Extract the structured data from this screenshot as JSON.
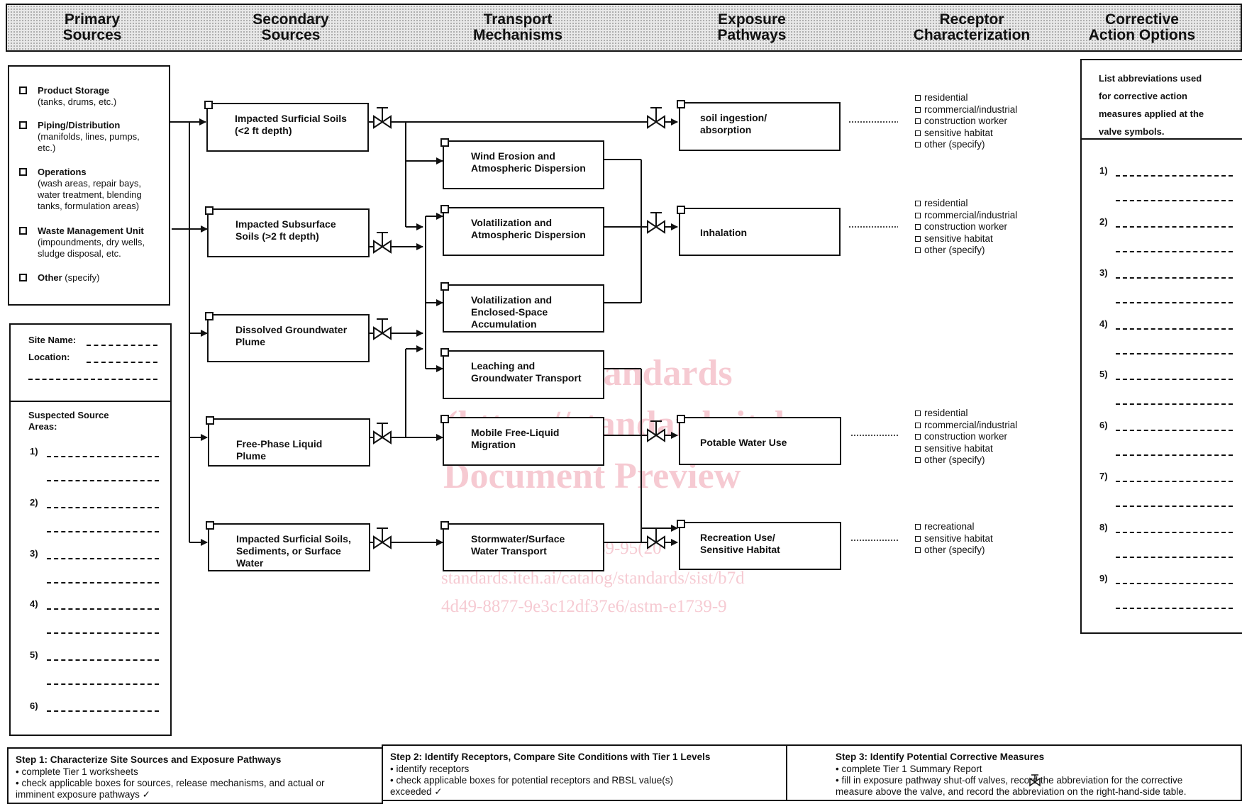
{
  "header": {
    "columns": [
      {
        "label": "Primary\nSources"
      },
      {
        "label": "Secondary\nSources"
      },
      {
        "label": "Transport\nMechanisms"
      },
      {
        "label": "Exposure\nPathways"
      },
      {
        "label": "Receptor\nCharacterization"
      },
      {
        "label": "Corrective\nAction Options"
      }
    ]
  },
  "primary_sources": [
    {
      "title": "Product Storage",
      "detail": "(tanks, drums, etc.)"
    },
    {
      "title": "Piping/Distribution",
      "detail": "(manifolds, lines, pumps,\netc.)"
    },
    {
      "title": "Operations",
      "detail": "(wash areas, repair bays,\nwater treatment, blending\ntanks, formulation areas)"
    },
    {
      "title": "Waste Management Unit",
      "detail": "(impoundments, dry wells,\nsludge disposal, etc."
    },
    {
      "title": "Other",
      "detail": "(specify)"
    }
  ],
  "site": {
    "name_label": "Site Name:",
    "location_label": "Location:",
    "suspected_label": "Suspected Source\nAreas:",
    "numbers": [
      "1)",
      "2)",
      "3)",
      "4)",
      "5)",
      "6)"
    ]
  },
  "secondary_sources": [
    "Impacted Surficial Soils\n(<2 ft depth)",
    "Impacted Subsurface\nSoils (>2 ft depth)",
    "Dissolved Groundwater\nPlume",
    "Free-Phase Liquid\nPlume",
    "Impacted Surficial Soils,\nSediments, or Surface\nWater"
  ],
  "transport": [
    "Wind Erosion and\nAtmospheric Dispersion",
    "Volatilization and\nAtmospheric Dispersion",
    "Volatilization and\nEnclosed-Space\nAccumulation",
    "Leaching and\nGroundwater Transport",
    "Mobile Free-Liquid\nMigration",
    "Stormwater/Surface\nWater Transport"
  ],
  "exposure": [
    "soil ingestion/\nabsorption",
    "Inhalation",
    "Potable Water Use",
    "Recreation Use/\nSensitive Habitat"
  ],
  "receptors": [
    [
      "residential",
      "rcommercial/industrial",
      "construction worker",
      "sensitive habitat",
      "other (specify)"
    ],
    [
      "residential",
      "rcommercial/industrial",
      "construction worker",
      "sensitive habitat",
      "other (specify)"
    ],
    [
      "residential",
      "rcommercial/industrial",
      "construction worker",
      "sensitive habitat",
      "other (specify)"
    ],
    [
      "recreational",
      "sensitive habitat",
      "other (specify)"
    ]
  ],
  "corrective": {
    "title": "List abbreviations used\nfor corrective action\nmeasures applied at the\nvalve symbols.",
    "numbers": [
      "1)",
      "2)",
      "3)",
      "4)",
      "5)",
      "6)",
      "7)",
      "8)",
      "9)"
    ]
  },
  "steps": [
    {
      "heading": "Step 1:  Characterize Site Sources and Exposure Pathways",
      "body": "• complete Tier 1 worksheets\n• check applicable boxes for sources, release mechanisms, and actual or\nimminent exposure pathways ✓"
    },
    {
      "heading": "Step 2: Identify Receptors, Compare Site Conditions with Tier 1 Levels",
      "body": "• identify receptors\n• check applicable boxes for potential receptors and RBSL value(s)\nexceeded ✓"
    },
    {
      "heading": "Step 3: Identify Potential Corrective Measures",
      "body": "• complete Tier 1 Summary Report\n• fill in exposure pathway shut-off valves,      record the abbreviation for the corrective\nmeasure above the valve, and record the abbreviation on the right-hand-side table."
    }
  ],
  "watermark": {
    "lines": [
      "iTeh Standards",
      "(https://standards.iteh",
      "Document Preview"
    ],
    "small": [
      "ASTM E1739-95(20",
      "standards.iteh.ai/catalog/standards/sist/b7d",
      "4d49-8877-9e3c12df37e6/astm-e1739-9"
    ]
  }
}
